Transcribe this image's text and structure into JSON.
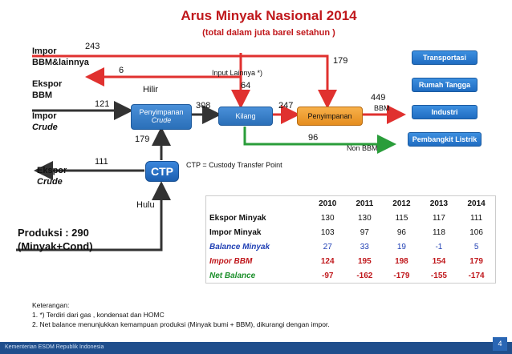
{
  "header": {
    "title": "Arus Minyak Nasional 2014",
    "subtitle": "(total dalam juta barel setahun )"
  },
  "flows": {
    "impor_bbm_label_1": "Impor",
    "impor_bbm_label_2": "BBM&lainnya",
    "impor_bbm_value": "243",
    "ekspor_bbm_label_1": "Ekspor",
    "ekspor_bbm_label_2": "BBM",
    "ekspor_bbm_value": "6",
    "impor_crude_label_1": "Impor",
    "impor_crude_label_2": "Crude",
    "impor_crude_value": "121",
    "ekspor_crude_label_1": "Ekspor",
    "ekspor_crude_label_2": "Crude",
    "ekspor_crude_value": "111",
    "to_penyimpanan_value": "179",
    "input_lainnya_label": "Input Lainnya *)",
    "input_lainnya_value": "64",
    "hilir_label": "Hilir",
    "hulu_label": "Hulu",
    "storage_to_kilang_value": "308",
    "kilang_to_storage_value": "247",
    "crude_from_ctp_value": "179",
    "non_bbm_value": "96",
    "non_bbm_label": "Non BBM",
    "bbm_value": "449",
    "bbm_label": "BBM",
    "produksi_label_1": "Produksi :   290",
    "produksi_label_2": "(Minyak+Cond)",
    "ctp_note": "CTP = Custody Transfer Point"
  },
  "nodes": {
    "penyimpanan_crude_1": "Penyimpanan",
    "penyimpanan_crude_2": "Crude",
    "kilang": "Kilang",
    "penyimpanan": "Penyimpanan",
    "ctp": "CTP"
  },
  "sectors": [
    "Transportasi",
    "Rumah Tangga",
    "Industri",
    "Pembangkit Listrik"
  ],
  "table": {
    "years": [
      "2010",
      "2011",
      "2012",
      "2013",
      "2014"
    ],
    "rows": [
      {
        "label": "Ekspor Minyak",
        "values": [
          "130",
          "130",
          "115",
          "117",
          "111"
        ]
      },
      {
        "label": "Impor Minyak",
        "values": [
          "103",
          "97",
          "96",
          "118",
          "106"
        ]
      },
      {
        "label": "Balance Minyak",
        "values": [
          "27",
          "33",
          "19",
          "-1",
          "5"
        ]
      },
      {
        "label": "Impor BBM",
        "values": [
          "124",
          "195",
          "198",
          "154",
          "179"
        ]
      },
      {
        "label": "Net Balance",
        "values": [
          "-97",
          "-162",
          "-179",
          "-155",
          "-174"
        ]
      }
    ]
  },
  "notes": {
    "heading": "Keterangan:",
    "line1": "1. *) Terdiri dari gas , kondensat dan HOMC",
    "line2": "2. Net balance menunjukkan kemampuan produksi (Minyak bumi + BBM), dikurangi dengan impor."
  },
  "footer": {
    "org": "Kementerian ESDM Republik Indonesia",
    "page": "4"
  },
  "colors": {
    "red_flow": "#e0312f",
    "green_flow": "#2a9d3a",
    "dark_flow": "#333333",
    "accent_blue": "#1f4e8c"
  }
}
